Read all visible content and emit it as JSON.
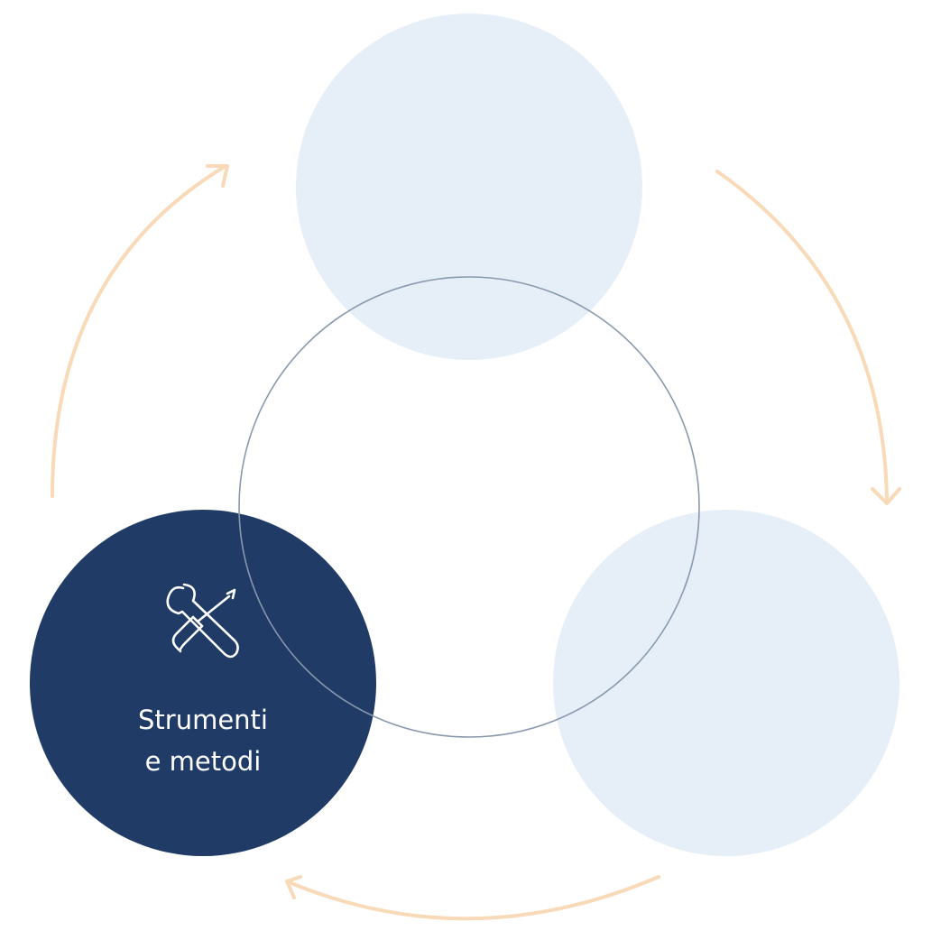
{
  "diagram": {
    "circles": [
      {
        "id": "top",
        "label_lines": [],
        "state": "inactive"
      },
      {
        "id": "bottom-right",
        "label_lines": [],
        "state": "inactive"
      },
      {
        "id": "bottom-left",
        "label_lines": [
          "Strumenti",
          "e metodi"
        ],
        "state": "active",
        "icon": "tools-icon"
      }
    ],
    "center_ring": {
      "style": "outline"
    },
    "arrows": [
      "clockwise",
      "clockwise",
      "clockwise"
    ]
  },
  "colors": {
    "active_fill": "#1f3b66",
    "inactive_fill": "#e6eef7",
    "ring_stroke": "#8899ad",
    "arrow_stroke": "#f8d9b8",
    "active_text": "#ffffff"
  }
}
